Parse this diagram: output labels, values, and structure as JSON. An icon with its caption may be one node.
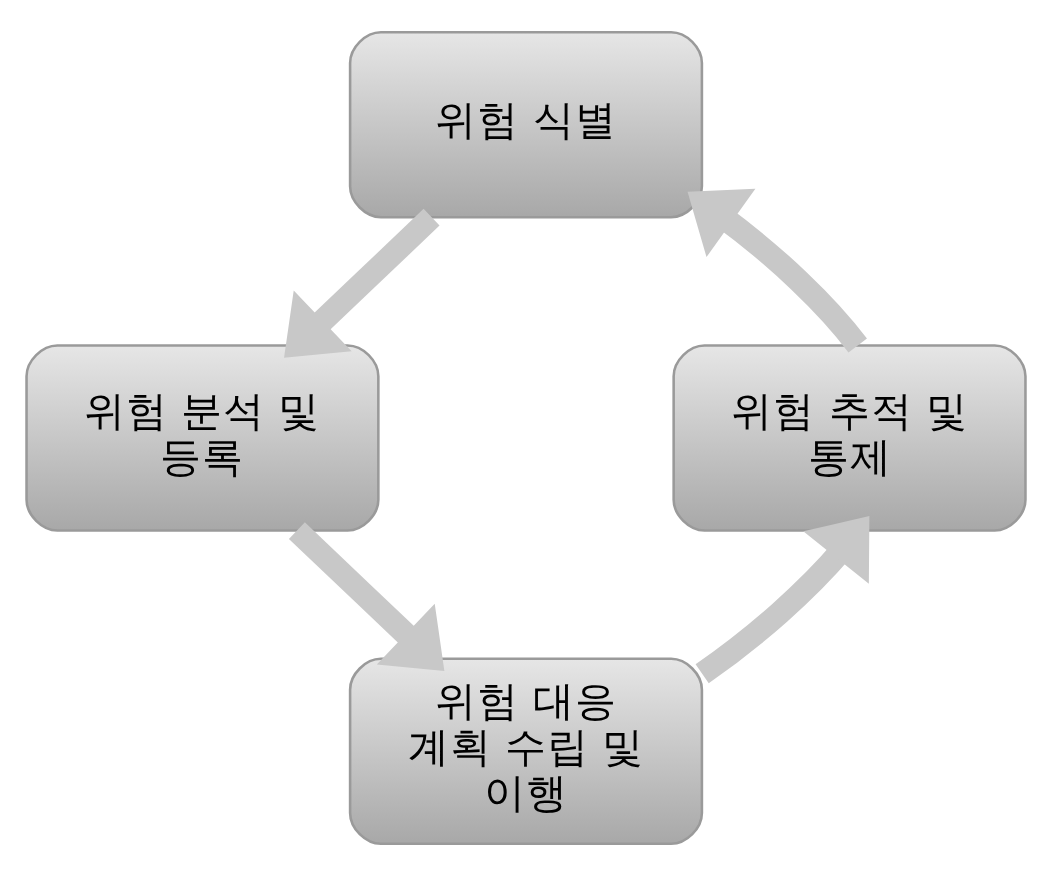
{
  "diagram": {
    "nodes": [
      {
        "text": [
          "위험 식별"
        ]
      },
      {
        "text": [
          "위험 분석 및 등록"
        ]
      },
      {
        "text": [
          "위험 대응 계획 수립 및 이행"
        ]
      },
      {
        "text": [
          "위험 추적 및 통제"
        ]
      }
    ],
    "edges": [
      {
        "from": 0,
        "to": 1,
        "arrow": "to"
      },
      {
        "from": 1,
        "to": 2,
        "arrow": "to"
      },
      {
        "from": 2,
        "to": 3,
        "arrow": "to"
      },
      {
        "from": 3,
        "to": 0,
        "arrow": "to"
      }
    ]
  }
}
